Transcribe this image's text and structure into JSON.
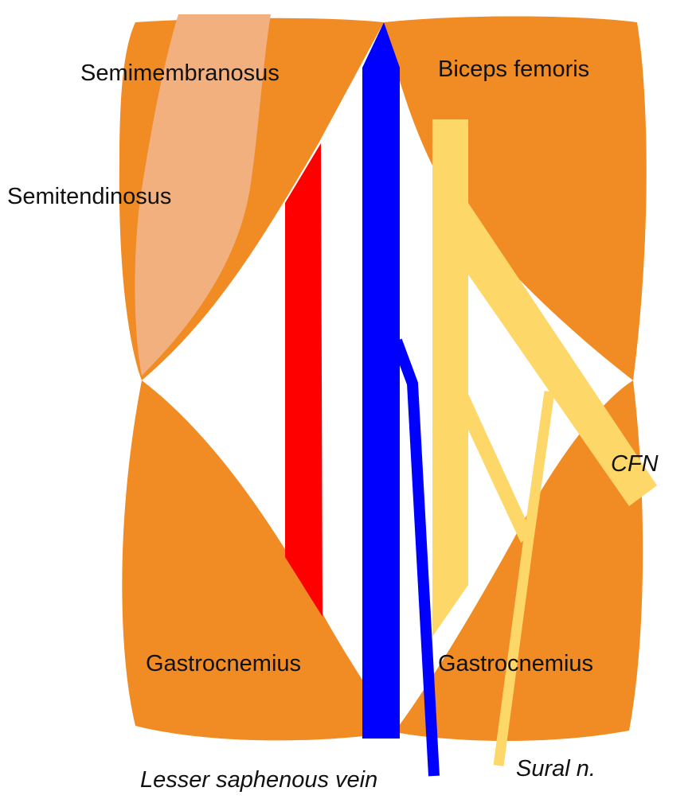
{
  "colors": {
    "muscle": "#F18C25",
    "semitendinosus": "#F3B07F",
    "background": "#FFFFFF",
    "artery": "#FF0000",
    "vein": "#0000FF",
    "nerve": "#FED769"
  },
  "labels": {
    "semimembranosus": "Semimembranosus",
    "semitendinosus": "Semitendinosus",
    "biceps_femoris": "Biceps femoris",
    "gastrocnemius_medial": "Gastrocnemius",
    "gastrocnemius_lateral": "Gastrocnemius",
    "cfn": "CFN",
    "sural_nerve": "Sural n.",
    "lesser_saphenous_vein": "Lesser saphenous vein"
  }
}
